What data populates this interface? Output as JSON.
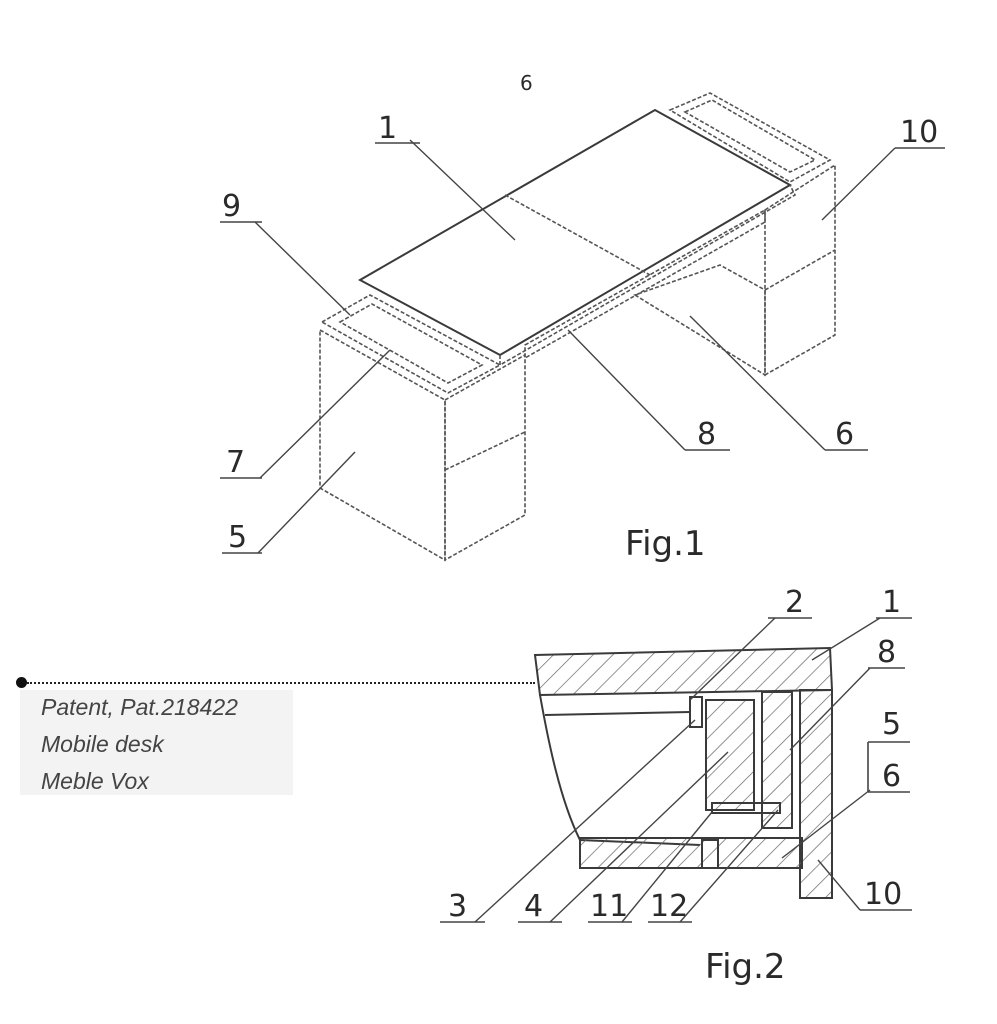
{
  "figure1": {
    "caption": "Fig.1",
    "mark": "6",
    "labels": {
      "l1": "1",
      "l5": "5",
      "l6": "6",
      "l7": "7",
      "l8": "8",
      "l9": "9",
      "l10": "10"
    }
  },
  "figure2": {
    "caption": "Fig.2",
    "labels": {
      "l1": "1",
      "l2": "2",
      "l3": "3",
      "l4": "4",
      "l5": "5",
      "l6": "6",
      "l8": "8",
      "l10": "10",
      "l11": "11",
      "l12": "12"
    }
  },
  "caption_box": {
    "line1": "Patent, Pat.218422",
    "line2": "Mobile desk",
    "line3": "Meble Vox"
  },
  "colors": {
    "ink": "#3a3a3a",
    "caption_bg": "#f3f3f3",
    "caption_text": "#444444"
  }
}
